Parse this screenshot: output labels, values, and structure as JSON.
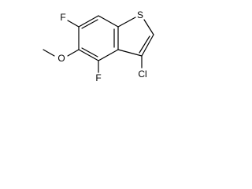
{
  "molecule": {
    "atoms": {
      "sulfur": "S",
      "chlorine": "Cl",
      "fluorine_top": "F",
      "fluorine_bottom": "F",
      "methoxy_oxygen": "O"
    }
  }
}
